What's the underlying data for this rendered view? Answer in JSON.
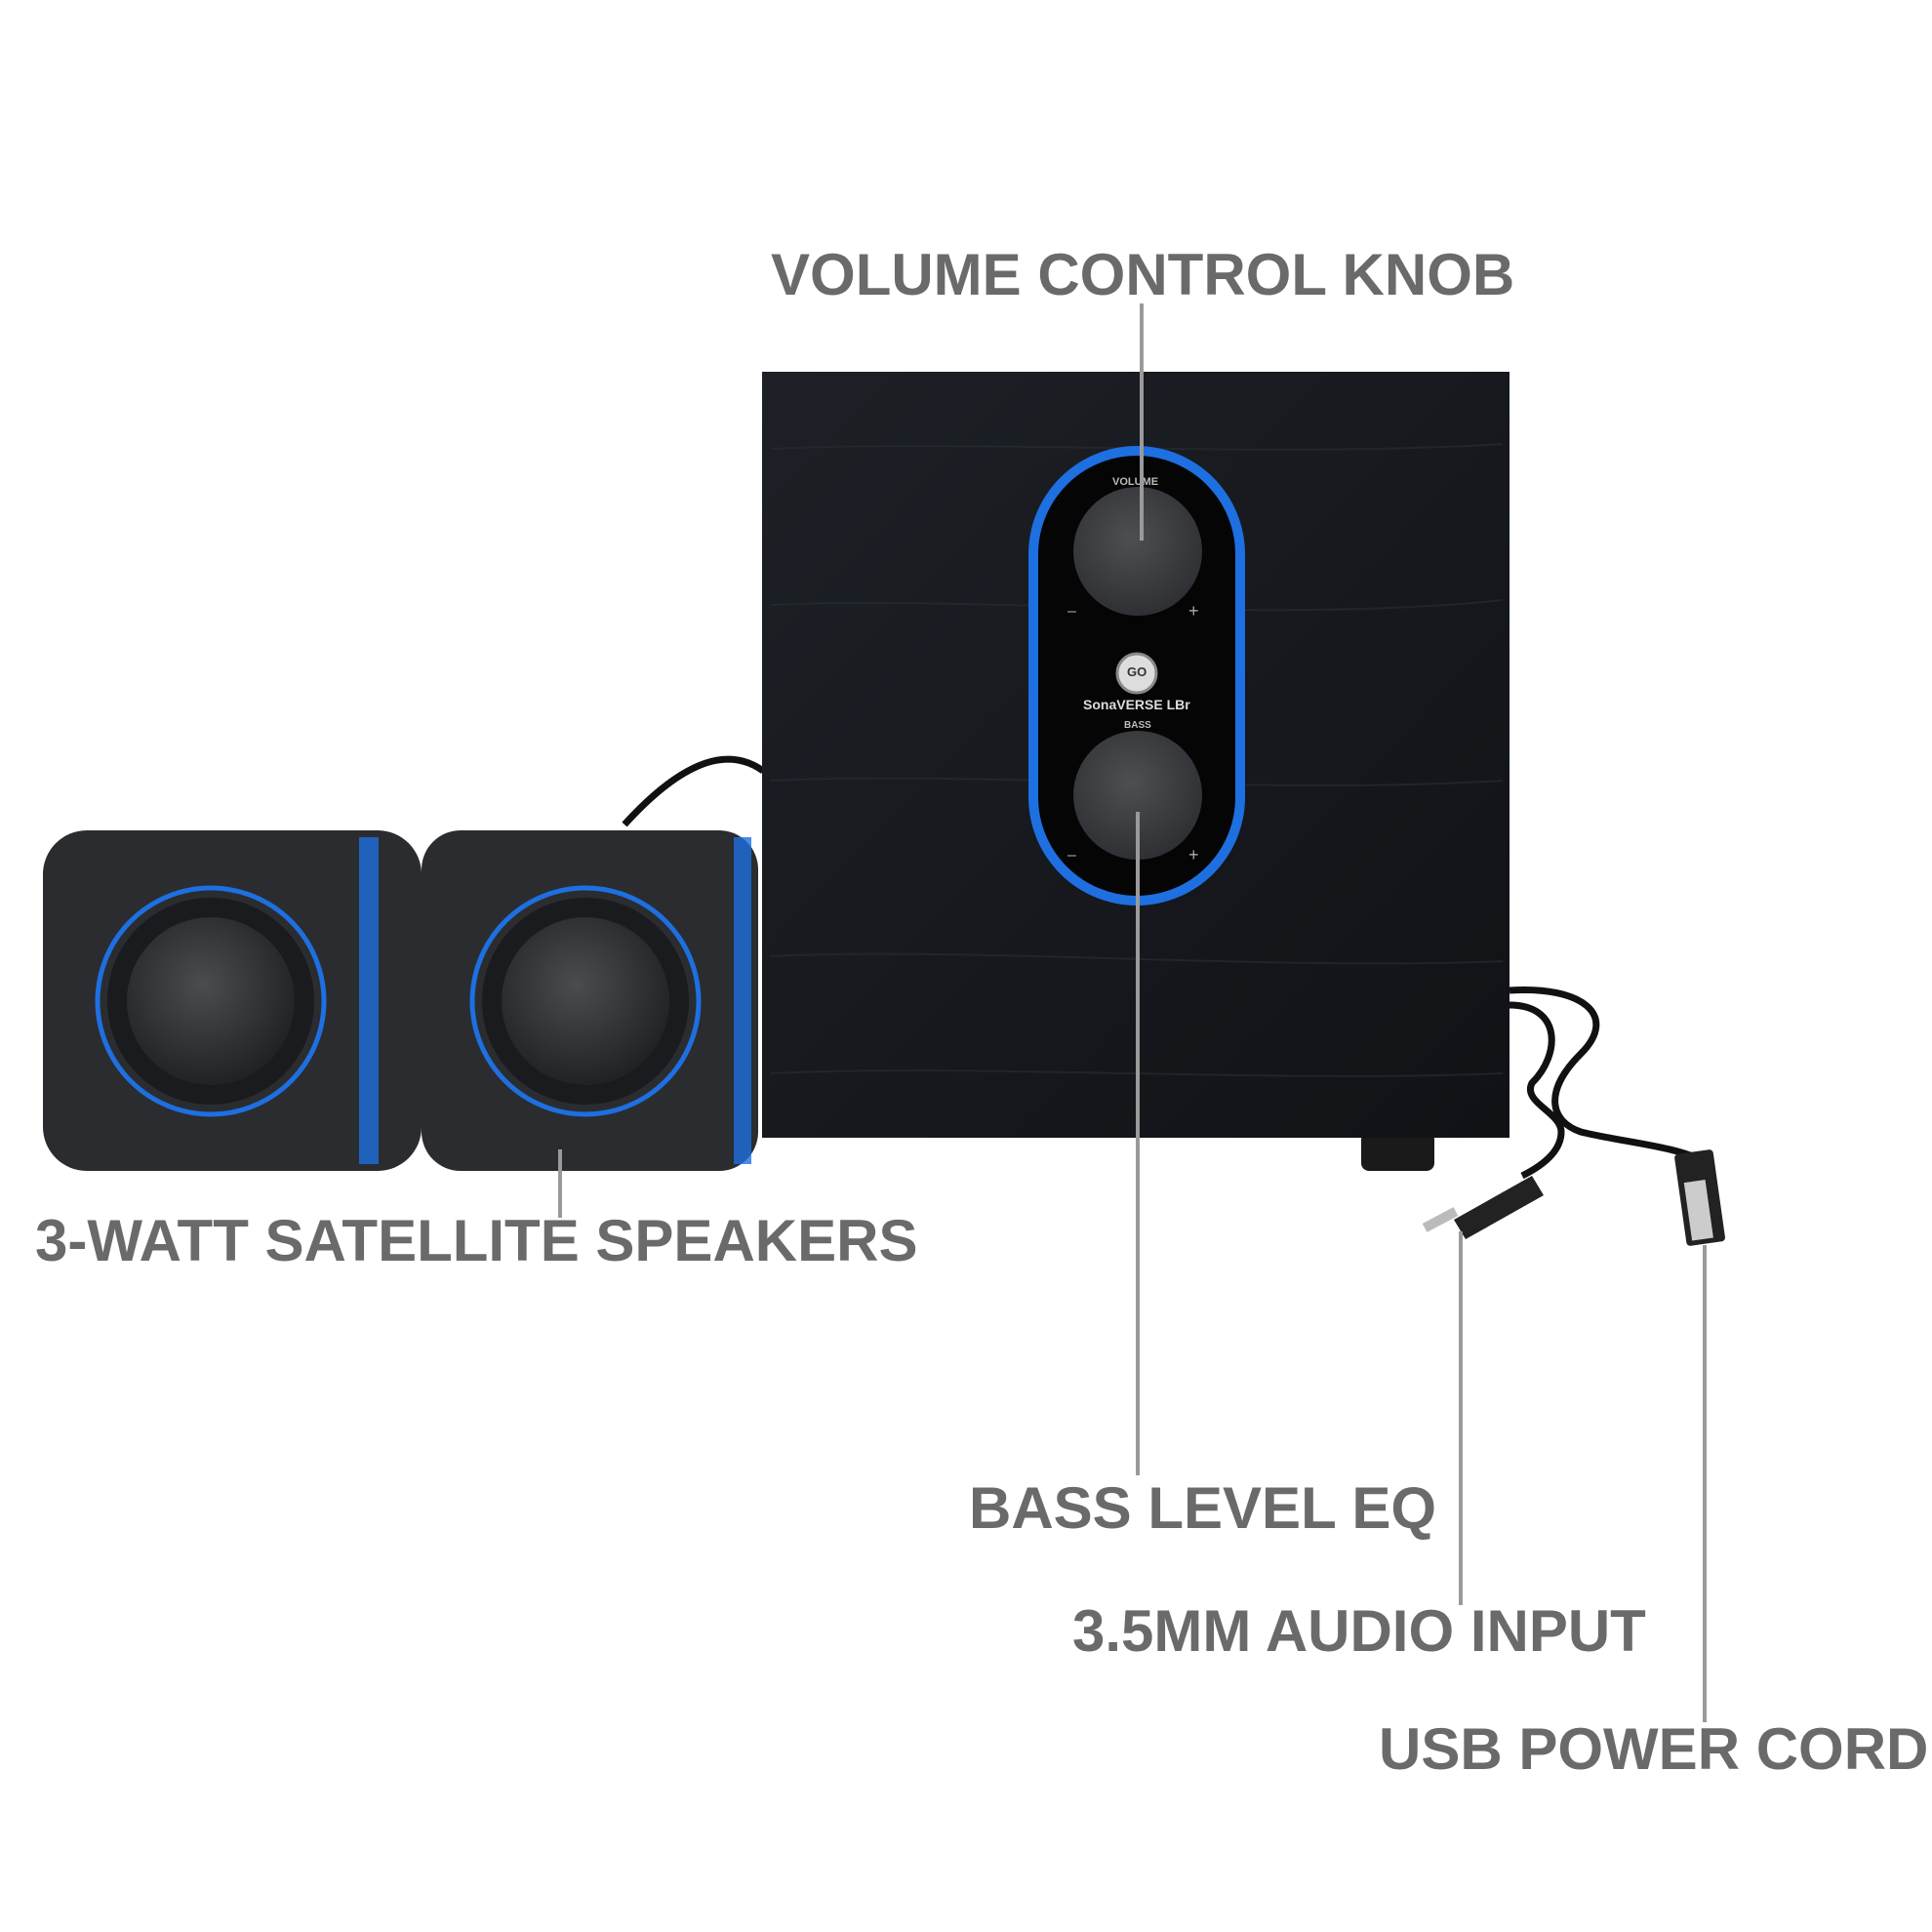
{
  "product": {
    "brand_logo": "GO",
    "model": "SonaVERSE LBr",
    "volume_marking": "VOLUME",
    "bass_marking": "BASS",
    "minus_marking": "–",
    "plus_marking": "+",
    "accent_color": "#1e6fe0",
    "cabinet_color": "#16181c"
  },
  "callouts": {
    "volume": "VOLUME CONTROL KNOB",
    "satellites": "3-WATT SATELLITE SPEAKERS",
    "bass": "BASS LEVEL EQ",
    "audio_input": "3.5MM AUDIO INPUT",
    "usb": "USB POWER CORD"
  }
}
